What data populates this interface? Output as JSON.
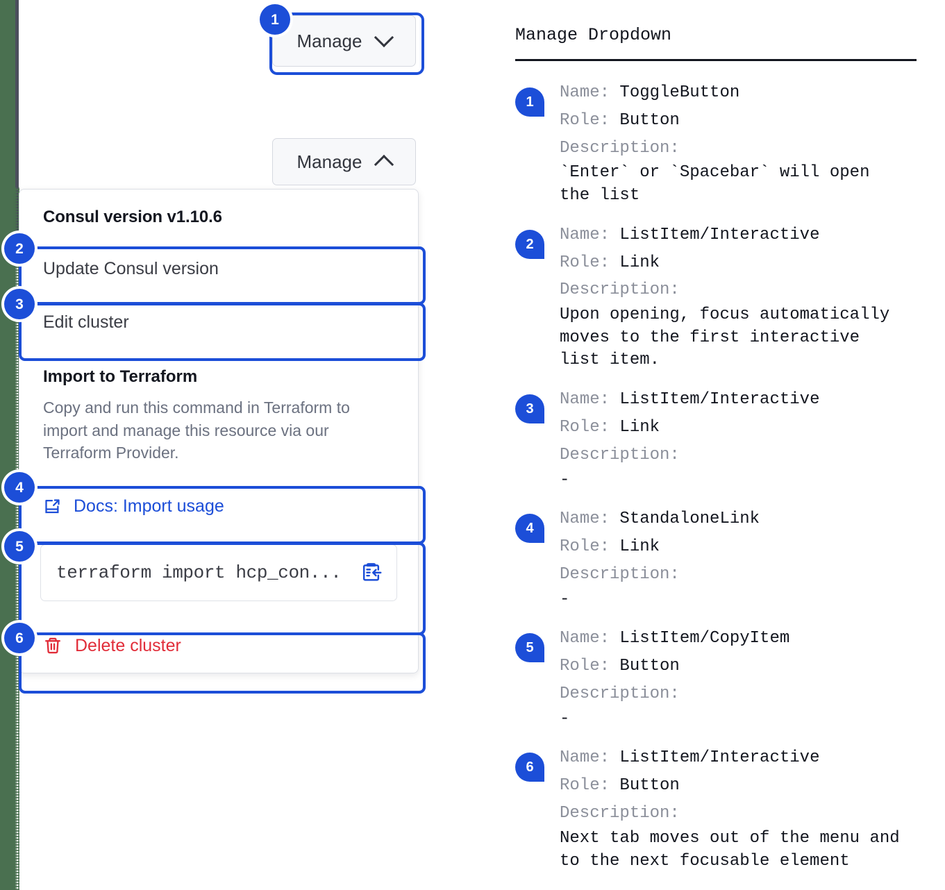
{
  "colors": {
    "accent": "#1c4ed8",
    "danger": "#e12d39",
    "strip": "#4a7050",
    "rail": "#4b4f5c",
    "muted": "#8b8f9a"
  },
  "toggle_collapsed": {
    "label": "Manage",
    "icon": "chevron-down-icon",
    "badge": "1"
  },
  "toggle_expanded": {
    "label": "Manage",
    "icon": "chevron-up-icon"
  },
  "dropdown": {
    "header": "Consul version v1.10.6",
    "items": [
      {
        "badge": "2",
        "label": "Update Consul version"
      },
      {
        "badge": "3",
        "label": "Edit cluster"
      }
    ],
    "terraform": {
      "title": "Import to Terraform",
      "description": "Copy and run this command in Terraform to import and manage this resource via our Terraform Provider.",
      "docs_link": {
        "badge": "4",
        "label": "Docs: Import usage",
        "icon": "docs-external-link-icon"
      },
      "copy_row": {
        "badge": "5",
        "command": "terraform import hcp_con...",
        "icon": "clipboard-copy-icon"
      }
    },
    "delete": {
      "badge": "6",
      "label": "Delete cluster",
      "icon": "trash-icon"
    }
  },
  "annotations": {
    "title": "Manage Dropdown",
    "key_name": "Name:",
    "key_role": "Role:",
    "key_description": "Description:",
    "entries": [
      {
        "badge": "1",
        "name": "ToggleButton",
        "role": "Button",
        "description": "`Enter` or `Spacebar` will open\nthe list"
      },
      {
        "badge": "2",
        "name": "ListItem/Interactive",
        "role": "Link",
        "description": "Upon opening, focus automatically\nmoves to the first interactive\nlist item."
      },
      {
        "badge": "3",
        "name": "ListItem/Interactive",
        "role": "Link",
        "description": "-"
      },
      {
        "badge": "4",
        "name": "StandaloneLink",
        "role": "Link",
        "description": "-"
      },
      {
        "badge": "5",
        "name": "ListItem/CopyItem",
        "role": "Button",
        "description": "-"
      },
      {
        "badge": "6",
        "name": "ListItem/Interactive",
        "role": "Button",
        "description": "Next tab moves out of the menu and\nto the next focusable element"
      }
    ]
  }
}
